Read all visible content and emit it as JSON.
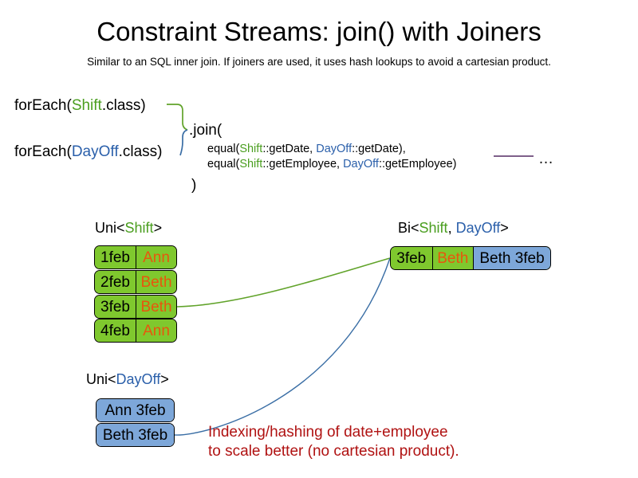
{
  "slide": {
    "title": "Constraint Streams: join() with Joiners",
    "subtitle": "Similar to an SQL inner join. If joiners are used, it uses hash lookups to avoid a cartesian product."
  },
  "code": {
    "foreach_shift": {
      "prefix": "forEach(",
      "type": "Shift",
      "suffix": ".class)"
    },
    "foreach_dayoff": {
      "prefix": "forEach(",
      "type": "DayOff",
      "suffix": ".class)"
    },
    "join_open": ".join(",
    "join_close": ")",
    "args": [
      {
        "prefix": "equal(",
        "left_type": "Shift",
        "left_method": "::getDate, ",
        "right_type": "DayOff",
        "right_method": "::getDate),"
      },
      {
        "prefix": "equal(",
        "left_type": "Shift",
        "left_method": "::getEmployee, ",
        "right_type": "DayOff",
        "right_method": "::getEmployee)"
      }
    ],
    "ellipsis": "…"
  },
  "streams": {
    "uni_shift": {
      "label_prefix": "Uni<",
      "label_type": "Shift",
      "label_suffix": ">",
      "rows": [
        {
          "date": "1feb",
          "employee": "Ann"
        },
        {
          "date": "2feb",
          "employee": "Beth"
        },
        {
          "date": "3feb",
          "employee": "Beth"
        },
        {
          "date": "4feb",
          "employee": "Ann"
        }
      ]
    },
    "uni_dayoff": {
      "label_prefix": "Uni<",
      "label_type": "DayOff",
      "label_suffix": ">",
      "rows": [
        {
          "text": "Ann 3feb"
        },
        {
          "text": "Beth 3feb"
        }
      ]
    },
    "bi": {
      "label_prefix": "Bi<",
      "label_type_a": "Shift",
      "label_sep": ", ",
      "label_type_b": "DayOff",
      "label_suffix": ">",
      "row": {
        "date": "3feb",
        "employee": "Beth",
        "dayoff": "Beth 3feb"
      }
    }
  },
  "note": {
    "line1": "Indexing/hashing of date+employee",
    "line2": "to scale better (no cartesian product)."
  },
  "colors": {
    "shift_green": "#7fc82e",
    "dayoff_blue": "#7da7d9",
    "shift_text_green": "#4a9e1f",
    "dayoff_text_blue": "#2a5faa",
    "employee_orange": "#e8560d",
    "note_red": "#b01212",
    "connector_green": "#61a32a",
    "connector_blue": "#3a6ea5",
    "rule_purple": "#6b4a7a"
  }
}
